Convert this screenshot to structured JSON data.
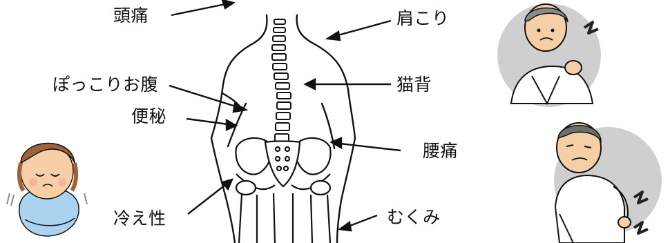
{
  "labels": {
    "headache": "頭痛",
    "stiff_shoulders": "肩こり",
    "pot_belly": "ぽっこりお腹",
    "hunchback": "猫背",
    "constipation": "便秘",
    "lower_back_pain": "腰痛",
    "poor_circulation": "冷え性",
    "swelling": "むくみ"
  },
  "colors": {
    "line": "#111111",
    "skin": "#f6cfa6",
    "hair_brown": "#a0623a",
    "gray_circle": "#cfcfcf",
    "light_blue": "#a9d3ef",
    "pain_mark": "#333333"
  },
  "icons": {
    "top_right": "woman-shoulder-pain-illustration",
    "mid_right": "man-back-pain-illustration",
    "bottom_left": "cold-shivering-woman-illustration",
    "center": "human-back-skeleton-illustration"
  }
}
